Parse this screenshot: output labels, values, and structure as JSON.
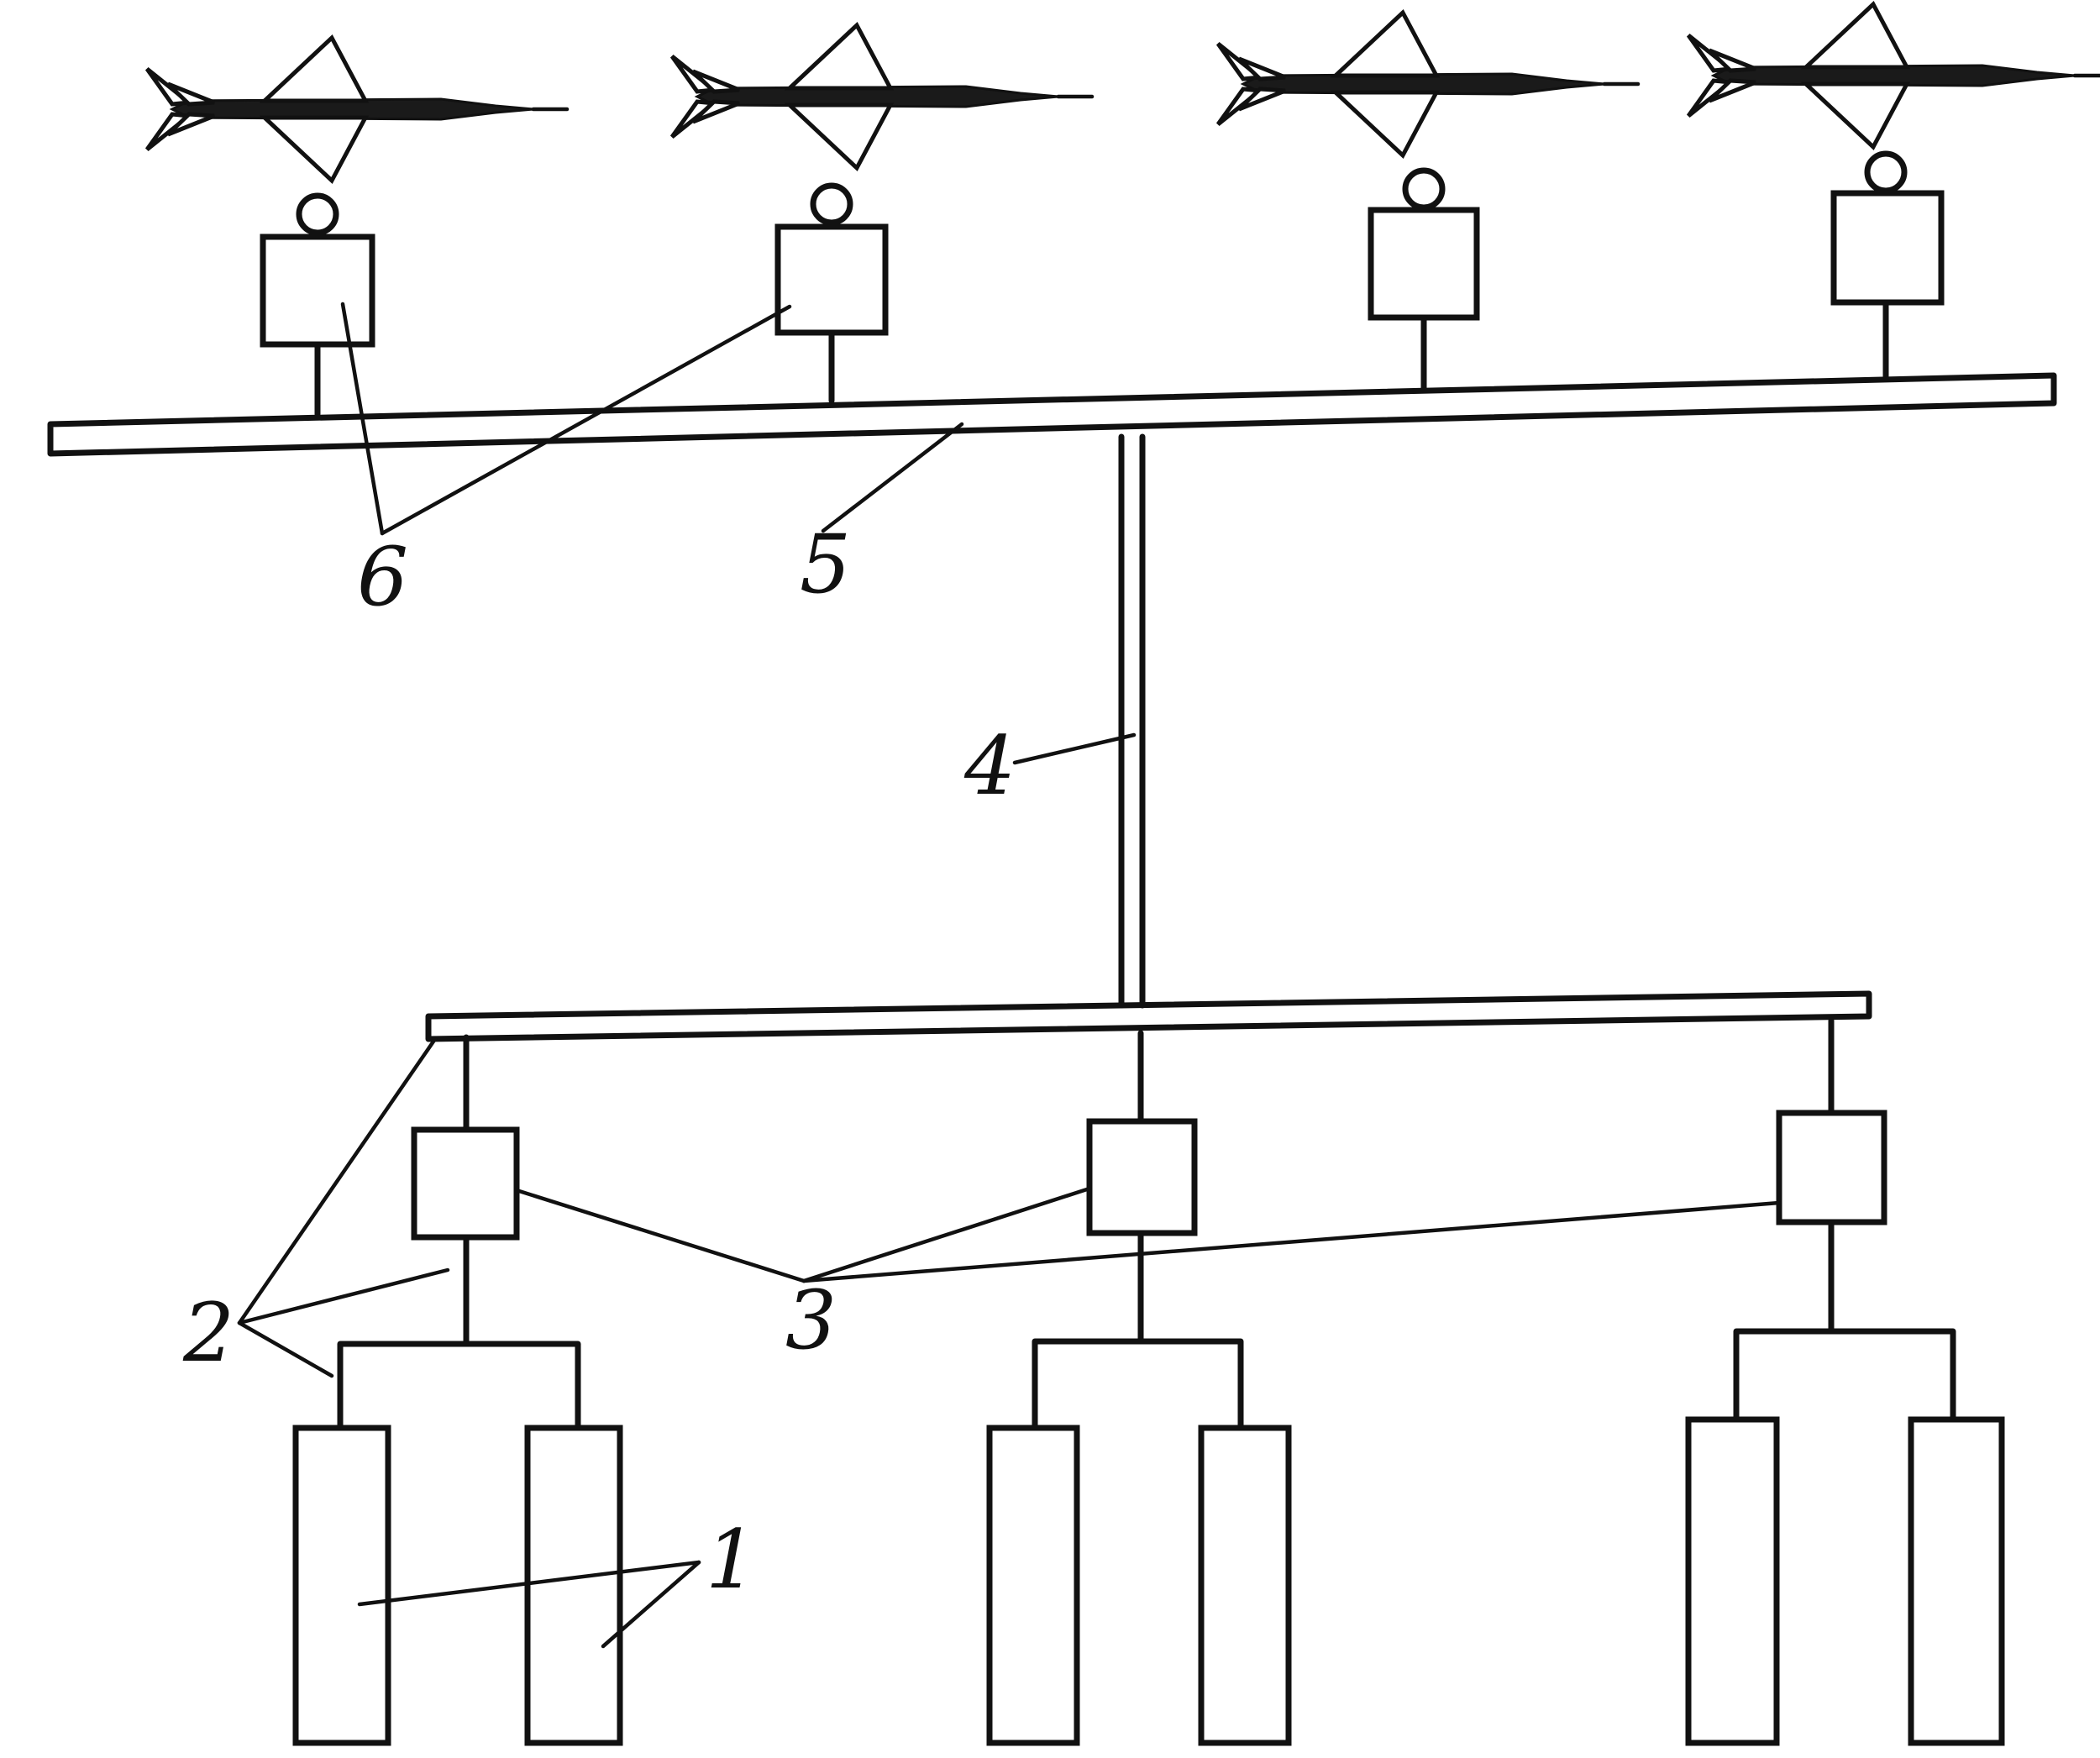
{
  "diagram": {
    "labels": {
      "tanks": "1",
      "pipelines": "2",
      "pump_stations": "3",
      "main_line": "4",
      "distribution_line": "5",
      "dispensers": "6"
    },
    "icons": {
      "aircraft": "jet-aircraft-icon",
      "dispenser": "fuel-dispenser-icon"
    },
    "ink_color": "#111111"
  }
}
